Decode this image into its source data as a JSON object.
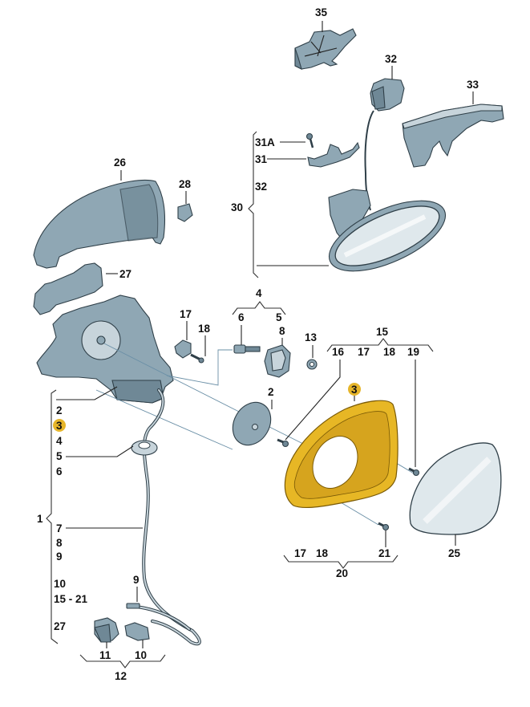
{
  "diagram": {
    "title": "Exterior mirror and interior mirror exploded parts diagram",
    "highlight_color": "#e6b52a",
    "highlight_part_color": "#e7b725",
    "part_color": "#8fa7b4",
    "callouts": {
      "p35": "35",
      "p32_top": "32",
      "p33": "33",
      "p31A": "31A",
      "p31": "31",
      "p32_group": "32",
      "p30": "30",
      "p26": "26",
      "p28": "28",
      "p27": "27",
      "p4": "4",
      "p6": "6",
      "p5": "5",
      "p8": "8",
      "p13": "13",
      "p17": "17",
      "p18": "18",
      "p15": "15",
      "p16": "16",
      "p15_17": "17",
      "p15_18": "18",
      "p19": "19",
      "p2_plate": "2",
      "p3_glassholder": "3",
      "p25": "25",
      "p20_17": "17",
      "p20_18": "18",
      "p21": "21",
      "p20": "20",
      "p9_cable": "9",
      "p11": "11",
      "p10": "10",
      "p12": "12"
    },
    "group_1": {
      "label": "1",
      "items": [
        "2",
        "3",
        "4",
        "5",
        "6",
        "7",
        "8",
        "9",
        "10",
        "15 - 21",
        "27"
      ],
      "highlighted_item": "3"
    }
  }
}
